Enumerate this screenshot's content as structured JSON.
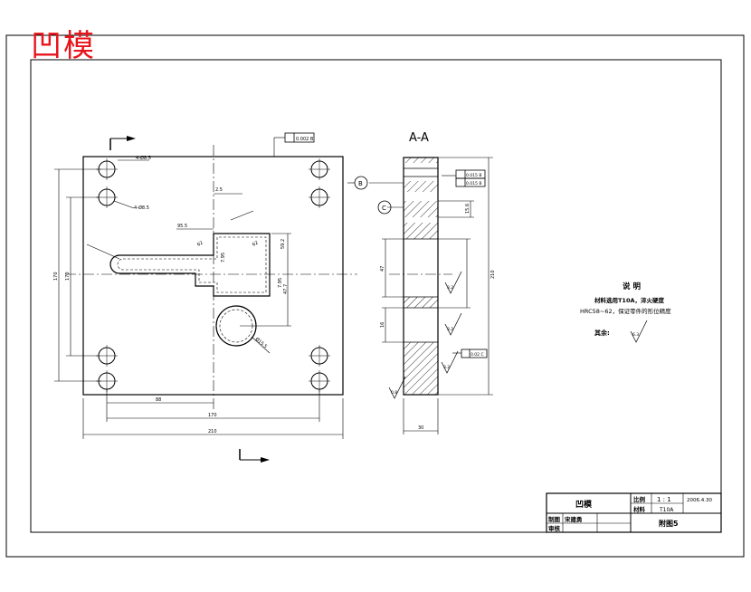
{
  "stamp_title": "凹模",
  "colors": {
    "stamp": "#e8141b",
    "line": "#000000",
    "paper": "#ffffff"
  },
  "views": {
    "section_label": "A-A",
    "cut_arrow_icon": "section-arrow-icon"
  },
  "front_view": {
    "hole_note_top": "4-Ø8.5",
    "hole_note_second": "4-Ø8.5",
    "slot_width_label": "2.5",
    "slot_dims": [
      "95.5",
      "62",
      "62",
      "59.2",
      "7.95",
      "7.95",
      "47.7"
    ],
    "diameter_label": "Ø15.5",
    "side_dim_left_outer": "170",
    "side_dim_left_inner": "170",
    "bottom_dim_1": "88",
    "bottom_dim_2": "170",
    "bottom_dim_3": "210",
    "flatness_frame": "0.002 B"
  },
  "section_view": {
    "height_label": "210",
    "thickness_label": "30",
    "depth_label": "15.6",
    "inner_label_1": "47",
    "inner_label_2": "16",
    "callout_b": "B",
    "callout_c": "C",
    "gdt_frame_1": "0.015 B",
    "gdt_frame_2": "0.015 B",
    "gdt_frame_3": "0.02 C",
    "roughness_1": "3.2",
    "roughness_2": "3.2",
    "roughness_3": "3.2",
    "roughness_4": "0.8"
  },
  "notes": {
    "heading": "说    明",
    "line1": "材料选用T10A，淬火硬度",
    "line2": "HRC58~62，保证零件的形位精度",
    "remaining_label": "其余:",
    "remaining_value": "6.3"
  },
  "title_block": {
    "part_name": "凹模",
    "scale_label": "比例",
    "scale_value": "1 : 1",
    "date": "2006.4.30",
    "material_label": "材料",
    "material_value": "T10A",
    "drawn_by_label": "制图",
    "drawn_by_name": "宋建勇",
    "checked_label": "审核",
    "drawing_no": "附图5"
  }
}
